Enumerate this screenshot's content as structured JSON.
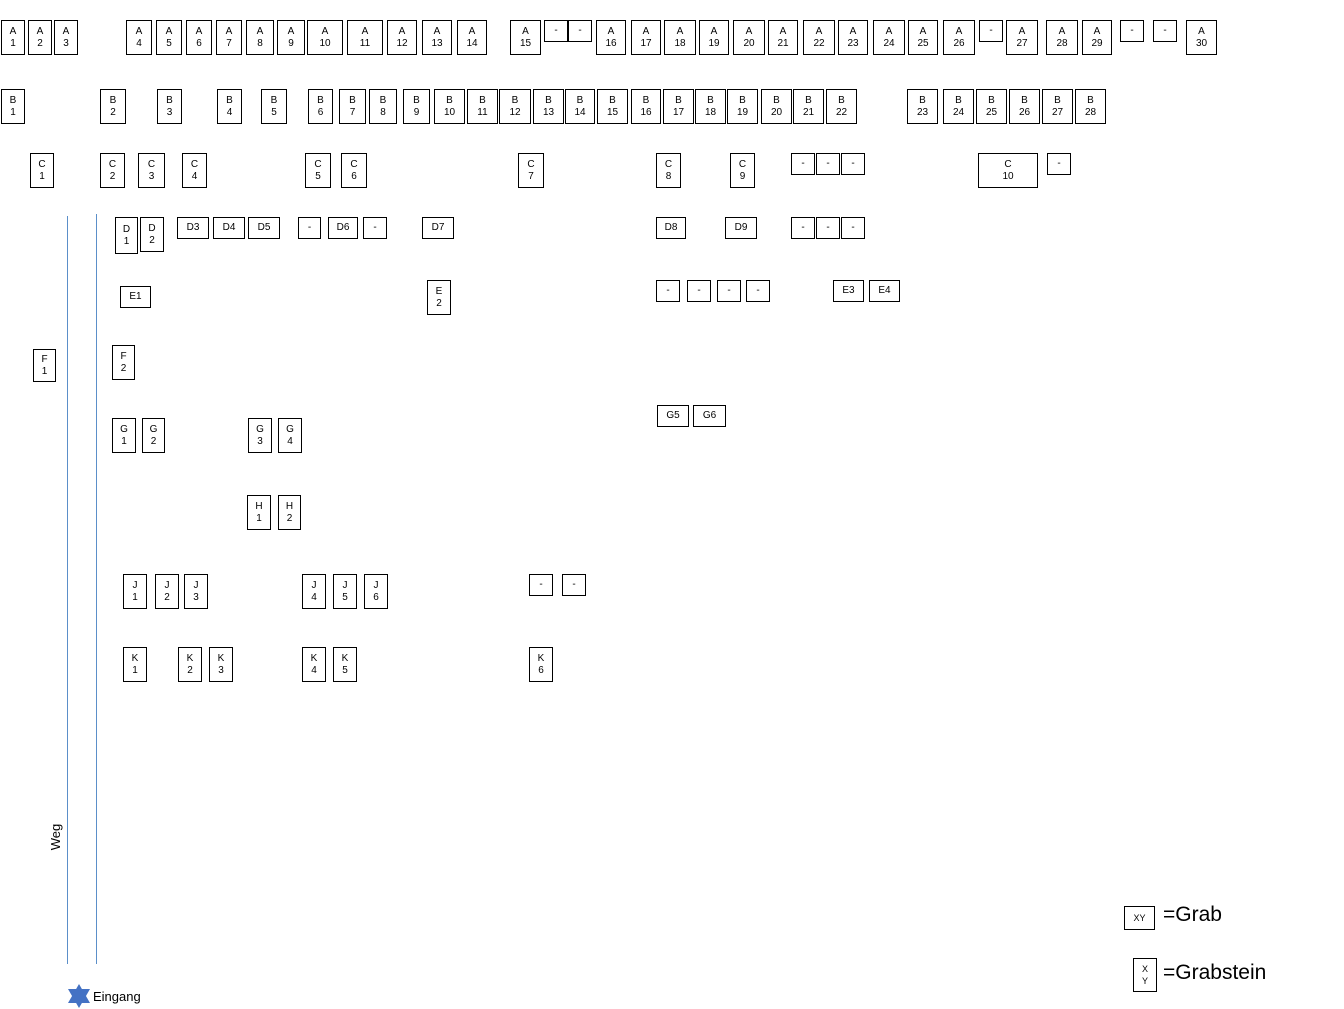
{
  "rows": {
    "A": [
      [
        "A",
        "1"
      ],
      [
        "A",
        "2"
      ],
      [
        "A",
        "3"
      ],
      [
        "A",
        "4"
      ],
      [
        "A",
        "5"
      ],
      [
        "A",
        "6"
      ],
      [
        "A",
        "7"
      ],
      [
        "A",
        "8"
      ],
      [
        "A",
        "9"
      ],
      [
        "A",
        "10"
      ],
      [
        "A",
        "11"
      ],
      [
        "A",
        "12"
      ],
      [
        "A",
        "13"
      ],
      [
        "A",
        "14"
      ],
      [
        "A",
        "15"
      ],
      [
        "-"
      ],
      [
        "-"
      ],
      [
        "A",
        "16"
      ],
      [
        "A",
        "17"
      ],
      [
        "A",
        "18"
      ],
      [
        "A",
        "19"
      ],
      [
        "A",
        "20"
      ],
      [
        "A",
        "21"
      ],
      [
        "A",
        "22"
      ],
      [
        "A",
        "23"
      ],
      [
        "A",
        "24"
      ],
      [
        "A",
        "25"
      ],
      [
        "A",
        "26"
      ],
      [
        "-"
      ],
      [
        "A",
        "27"
      ],
      [
        "A",
        "28"
      ],
      [
        "A",
        "29"
      ],
      [
        "-"
      ],
      [
        "-"
      ],
      [
        "A",
        "30"
      ]
    ],
    "B": [
      [
        "B",
        "1"
      ],
      [
        "B",
        "2"
      ],
      [
        "B",
        "3"
      ],
      [
        "B",
        "4"
      ],
      [
        "B",
        "5"
      ],
      [
        "B",
        "6"
      ],
      [
        "B",
        "7"
      ],
      [
        "B",
        "8"
      ],
      [
        "B",
        "9"
      ],
      [
        "B",
        "10"
      ],
      [
        "B",
        "11"
      ],
      [
        "B",
        "12"
      ],
      [
        "B",
        "13"
      ],
      [
        "B",
        "14"
      ],
      [
        "B",
        "15"
      ],
      [
        "B",
        "16"
      ],
      [
        "B",
        "17"
      ],
      [
        "B",
        "18"
      ],
      [
        "B",
        "19"
      ],
      [
        "B",
        "20"
      ],
      [
        "B",
        "21"
      ],
      [
        "B",
        "22"
      ],
      [
        "B",
        "23"
      ],
      [
        "B",
        "24"
      ],
      [
        "B",
        "25"
      ],
      [
        "B",
        "26"
      ],
      [
        "B",
        "27"
      ],
      [
        "B",
        "28"
      ]
    ],
    "C": [
      [
        "C",
        "1"
      ],
      [
        "C",
        "2"
      ],
      [
        "C",
        "3"
      ],
      [
        "C",
        "4"
      ],
      [
        "C",
        "5"
      ],
      [
        "C",
        "6"
      ],
      [
        "C",
        "7"
      ],
      [
        "C",
        "8"
      ],
      [
        "C",
        "9"
      ],
      [
        "-"
      ],
      [
        "-"
      ],
      [
        "-"
      ],
      [
        "C",
        "10"
      ],
      [
        "-"
      ]
    ],
    "D": [
      [
        "D",
        "1"
      ],
      [
        "D",
        "2"
      ],
      [
        "D3"
      ],
      [
        "D4"
      ],
      [
        "D5"
      ],
      [
        "-"
      ],
      [
        "D6"
      ],
      [
        "-"
      ],
      [
        "D7"
      ],
      [
        "D8"
      ],
      [
        "D9"
      ],
      [
        "-"
      ],
      [
        "-"
      ],
      [
        "-"
      ]
    ],
    "E": [
      [
        "E1"
      ],
      [
        "E",
        "2"
      ],
      [
        "-"
      ],
      [
        "-"
      ],
      [
        "-"
      ],
      [
        "-"
      ],
      [
        "E3"
      ],
      [
        "E4"
      ]
    ],
    "F": [
      [
        "F",
        "1"
      ],
      [
        "F",
        "2"
      ]
    ],
    "G": [
      [
        "G",
        "1"
      ],
      [
        "G",
        "2"
      ],
      [
        "G",
        "3"
      ],
      [
        "G",
        "4"
      ],
      [
        "G5"
      ],
      [
        "G6"
      ]
    ],
    "H": [
      [
        "H",
        "1"
      ],
      [
        "H",
        "2"
      ]
    ],
    "J": [
      [
        "J",
        "1"
      ],
      [
        "J",
        "2"
      ],
      [
        "J",
        "3"
      ],
      [
        "J",
        "4"
      ],
      [
        "J",
        "5"
      ],
      [
        "J",
        "6"
      ],
      [
        "-"
      ],
      [
        "-"
      ]
    ],
    "K": [
      [
        "K",
        "1"
      ],
      [
        "K",
        "2"
      ],
      [
        "K",
        "3"
      ],
      [
        "K",
        "4"
      ],
      [
        "K",
        "5"
      ],
      [
        "K",
        "6"
      ]
    ]
  },
  "path_label": "Weg",
  "entrance_label": "Eingang",
  "legend": {
    "grab_sample": "XY",
    "grab_text": "=Grab",
    "grabstein_sample": [
      "X",
      "Y"
    ],
    "grabstein_text": "=Grabstein"
  },
  "colors": {
    "path_line": "#5b8fc9",
    "star": "#4472c4",
    "box_border": "#000000"
  },
  "icons": {
    "entrance": "star-of-david-icon"
  }
}
